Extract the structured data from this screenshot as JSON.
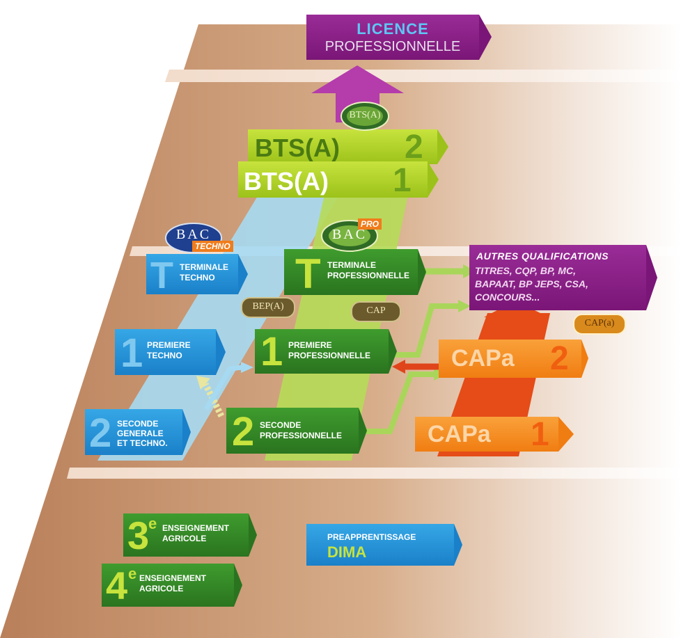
{
  "licence": {
    "line1": "LICENCE",
    "line2": "PROFESSIONNELLE"
  },
  "bts2": {
    "text": "BTS(A)",
    "num": "2"
  },
  "bts1": {
    "text": "BTS(A)",
    "num": "1"
  },
  "terminale_techno": {
    "letter": "T",
    "label": "TERMINALE\nTECHNO"
  },
  "terminale_pro": {
    "letter": "T",
    "label": "TERMINALE\nPROFESSIONNELLE"
  },
  "premiere_techno": {
    "num": "1",
    "label": "PREMIERE\nTECHNO"
  },
  "premiere_pro": {
    "num": "1",
    "label": "PREMIERE\nPROFESSIONNELLE"
  },
  "seconde_gt": {
    "num": "2",
    "label": "SECONDE\nGENERALE\nET TECHNO."
  },
  "seconde_pro": {
    "num": "2",
    "label": "SECONDE\nPROFESSIONNELLE"
  },
  "capa2": {
    "text": "CAPa",
    "num": "2"
  },
  "capa1": {
    "text": "CAPa",
    "num": "1"
  },
  "autres": {
    "title": "AUTRES QUALIFICATIONS",
    "body": "TITRES, CQP, BP, MC,\nBAPAAT, BP JEPS, CSA,\nCONCOURS..."
  },
  "troisieme": {
    "num": "3",
    "sup": "e",
    "label": "ENSEIGNEMENT\nAGRICOLE"
  },
  "quatrieme": {
    "num": "4",
    "sup": "e",
    "label": "ENSEIGNEMENT\nAGRICOLE"
  },
  "dima": {
    "small": "PREAPPRENTISSAGE",
    "big": "DIMA"
  },
  "seals": {
    "bts": "BTS(A)",
    "bac_techno_top": "BAC",
    "bac_techno_tag": "TECHNO",
    "bac_pro_top": "BAC",
    "bac_pro_tag": "PRO",
    "bep": "BEP(A)",
    "cap": "CAP",
    "capa": "CAP(a)"
  },
  "colors": {
    "blue": "#1f8ed6",
    "green": "#2f8a24",
    "lime": "#a8cf22",
    "orange": "#f28a1c",
    "purple": "#84207f",
    "red": "#e2461a",
    "floor": "#c08a5e"
  }
}
